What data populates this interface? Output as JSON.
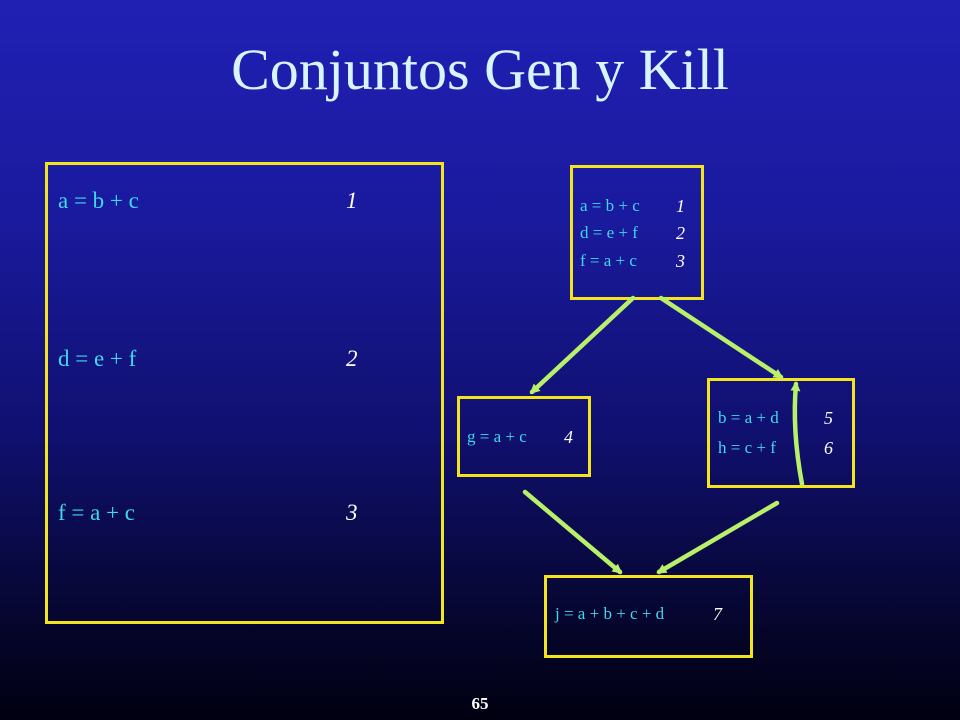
{
  "slide": {
    "title": "Conjuntos Gen y Kill",
    "slide_number": "65"
  },
  "left_panel": {
    "statements": [
      {
        "code": "a = b + c",
        "num": "1"
      },
      {
        "code": "d = e + f",
        "num": "2"
      },
      {
        "code": "f = a + c",
        "num": "3"
      }
    ]
  },
  "flow_graph": {
    "block1": [
      {
        "code": "a = b + c",
        "num": "1"
      },
      {
        "code": "d = e + f",
        "num": "2"
      },
      {
        "code": "f = a + c",
        "num": "3"
      }
    ],
    "block2": [
      {
        "code": "g = a + c",
        "num": "4"
      }
    ],
    "block3": [
      {
        "code": "b = a + d",
        "num": "5"
      },
      {
        "code": "h = c + f",
        "num": "6"
      }
    ],
    "block4": [
      {
        "code": "j = a + b + c + d",
        "num": "7"
      }
    ]
  },
  "colors": {
    "background_top": "#2020b4",
    "background_bottom": "#000010",
    "title": "#d8f4ff",
    "box_border": "#f2e41e",
    "code_text": "#3fd8ec",
    "number_text": "#ffffff",
    "arrow": "#b9f06a"
  }
}
